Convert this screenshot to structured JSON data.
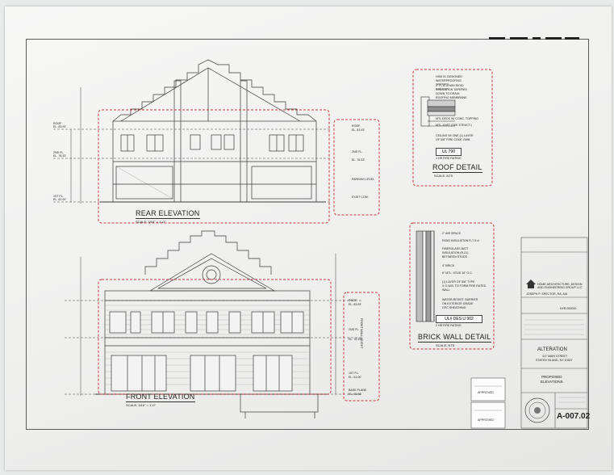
{
  "views": {
    "rear_elevation": {
      "title": "REAR ELEVATION",
      "scale": "SCALE: 3/16\" = 1'-0\""
    },
    "front_elevation": {
      "title": "FRONT ELEVATION",
      "scale": "SCALE: 3/16\" = 1'-0\""
    },
    "roof_detail": {
      "title": "ROOF DETAIL",
      "scale": "SCALE: NTS",
      "rating_tag": "UL 790",
      "rating_note": "1 HR FIRE RATING"
    },
    "brick_wall_detail": {
      "title": "BRICK WALL DETAIL",
      "scale": "SCALE: NTS",
      "rating_tag": "UL# DES U 902",
      "rating_note": "2 HR FIRE RATING"
    }
  },
  "rear_levels": {
    "roof": "ROOF",
    "roof_el": "EL. 83.93'",
    "second_fl": "2ND FL.",
    "second_fl_el": "EL. 76.33'",
    "first_fl": "1ST FL.",
    "first_fl_el": "EL. 61.00'",
    "parking": "PARKING LEVEL",
    "exist_com": "EXIST COM."
  },
  "front_levels": {
    "roof": "ROOF",
    "roof_el": "EL. 83.93'",
    "second_fl": "2ND FL.",
    "second_fl_el": "EL. 76.33'",
    "first_fl": "1ST FL.",
    "first_fl_el": "EL. 61.00'",
    "base_plane": "BASE PLANE",
    "base_plane_el": "EL. 60.83'",
    "wall_height": "FRONT WALL HEIGHT"
  },
  "roof_detail_notes": [
    "HSM 01 DESIGNED",
    "WATERPROOFING",
    "4\" R-10 of MIN RIGID",
    "INSULATION TAPERED",
    "DOWN TO DRAIN",
    "ROOFING MEMBRANE",
    "MTL DECK W/ CONC. TOPPING",
    "MTL JOIST (SEE STRUCT.)",
    "CEILING W/ ONE (1) LAYER",
    "OF 5/8\" FIRE CODE GWB"
  ],
  "brick_detail_notes": [
    "2\" AIR SPACE",
    "RIGID INSULATION R-7.5 ci",
    "FIBERGLASS BATT",
    "INSULATION (R-21)",
    "BETWEEN STUDS",
    "4\" BRICK",
    "6\" MTL. STUD 16\" O.C.",
    "(1) LAYER OF 5/8\" TYPE",
    "X G.W.B. TO FORM FIRE RATED",
    "WALL",
    "WATER-RESIST. BARRIER",
    "ON EXTERIOR GRADE",
    "GPC SHEATHING"
  ],
  "title_block": {
    "architect": "JOSEPH P. SPECTOR, RA, AIA",
    "firm": "HOME ARCHITECTURE, DESIGN AND ENGINEERING GROUP LLC",
    "nyb_label": "NYB 000000",
    "project_title": "ALTERATION",
    "project_address_1": "317 MAIN STREET",
    "project_address_2": "STATEN ISLAND, NY 10307",
    "sheet_title_1": "PROPOSED",
    "sheet_title_2": "ELEVATIONS",
    "sheet_number": "A-007.02",
    "stamp_1": "APPROVED",
    "stamp_2": "APPROVED"
  }
}
